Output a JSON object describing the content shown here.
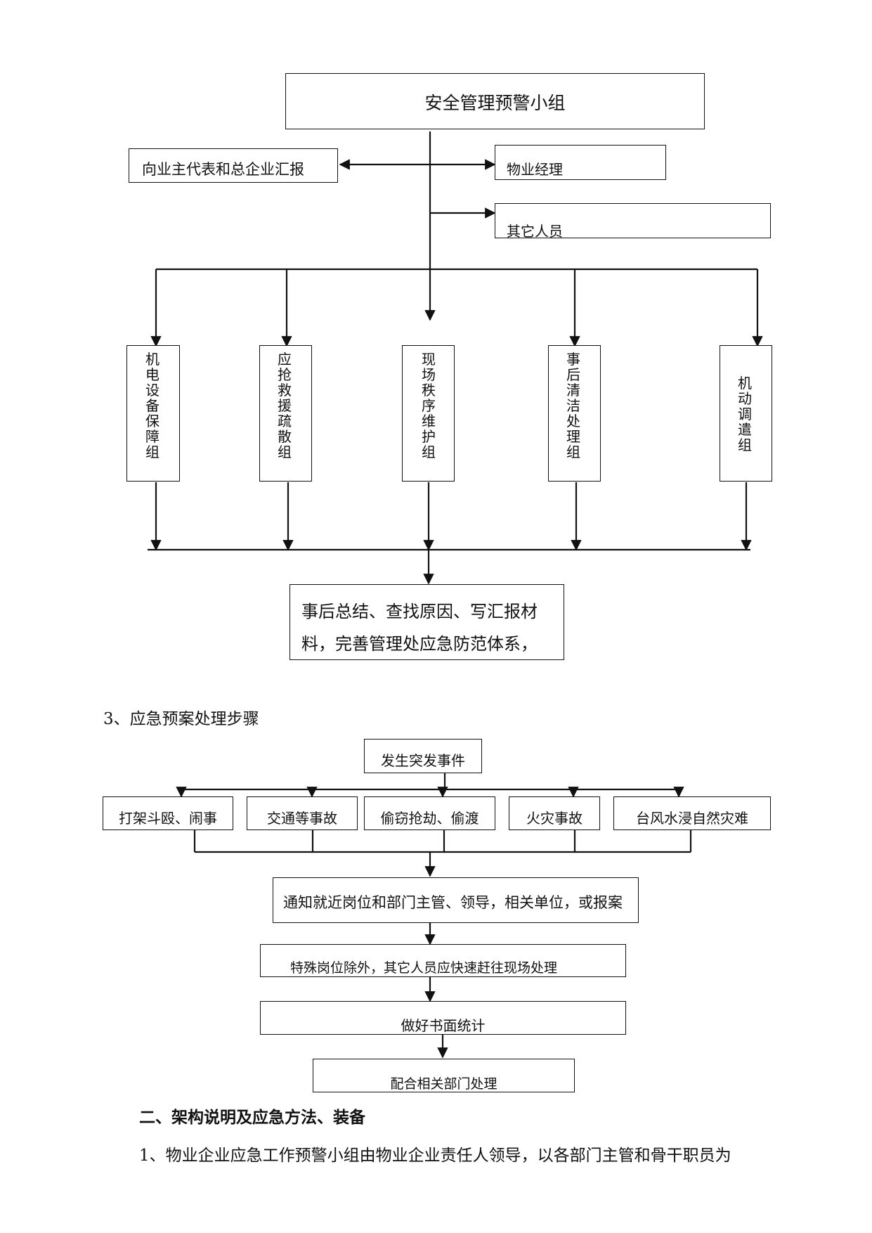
{
  "org_chart": {
    "top": "安全管理预警小组",
    "left_report": "向业主代表和总企业汇报",
    "manager": "物业经理",
    "others": "其它人员",
    "groups": [
      "机电设备保障组",
      "应抢救援疏散组",
      "现场秩序维护组",
      "事后清洁处理组",
      "机动调遣组"
    ],
    "summary_line1": "事后总结、查找原因、写汇报材",
    "summary_line2": "料，完善管理处应急防范体系，"
  },
  "section3_title": "3、应急预案处理步骤",
  "flow": {
    "start": "发生突发事件",
    "events": [
      "打架斗殴、闹事",
      "交通等事故",
      "偷窃抢劫、偷渡",
      "火灾事故",
      "台风水浸自然灾难"
    ],
    "step1": "通知就近岗位和部门主管、领导，相关单位，或报案",
    "step2": "特殊岗位除外，其它人员应快速赶往现场处理",
    "step3": "做好书面统计",
    "step4": "配合相关部门处理"
  },
  "section2_heading": "二、架构说明及应急方法、装备",
  "paragraph1": "1、物业企业应急工作预警小组由物业企业责任人领导，以各部门主管和骨干职员为"
}
